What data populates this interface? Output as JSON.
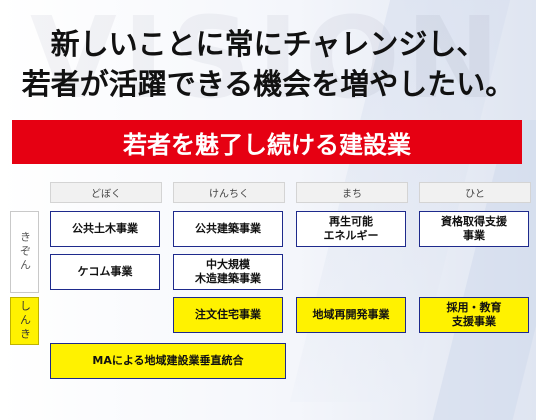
{
  "watermark": "VISION",
  "headline": {
    "line1": "新しいことに常にチャレンジし、",
    "line2": "若者が活躍できる機会を増やしたい。"
  },
  "banner": "若者を魅了し続ける建設業",
  "columns": [
    "どぼく",
    "けんちく",
    "まち",
    "ひと"
  ],
  "rows": {
    "existing": "きぞん",
    "new": "しんき"
  },
  "cells": {
    "public_civil": "公共土木事業",
    "public_building": "公共建築事業",
    "renewable": "再生可能\nエネルギー",
    "qualification": "資格取得支援\n事業",
    "kecom": "ケコム事業",
    "mid_large_wood": "中大規模\n木造建築事業",
    "custom_house": "注文住宅事業",
    "regional_redev": "地域再開発事業",
    "hiring_education": "採用・教育\n支援事業",
    "ma_integration": "MAによる地域建設業垂直統合"
  },
  "colors": {
    "banner_red": "#e60012",
    "new_yellow": "#fff200",
    "border_navy": "#1e2a8c"
  }
}
